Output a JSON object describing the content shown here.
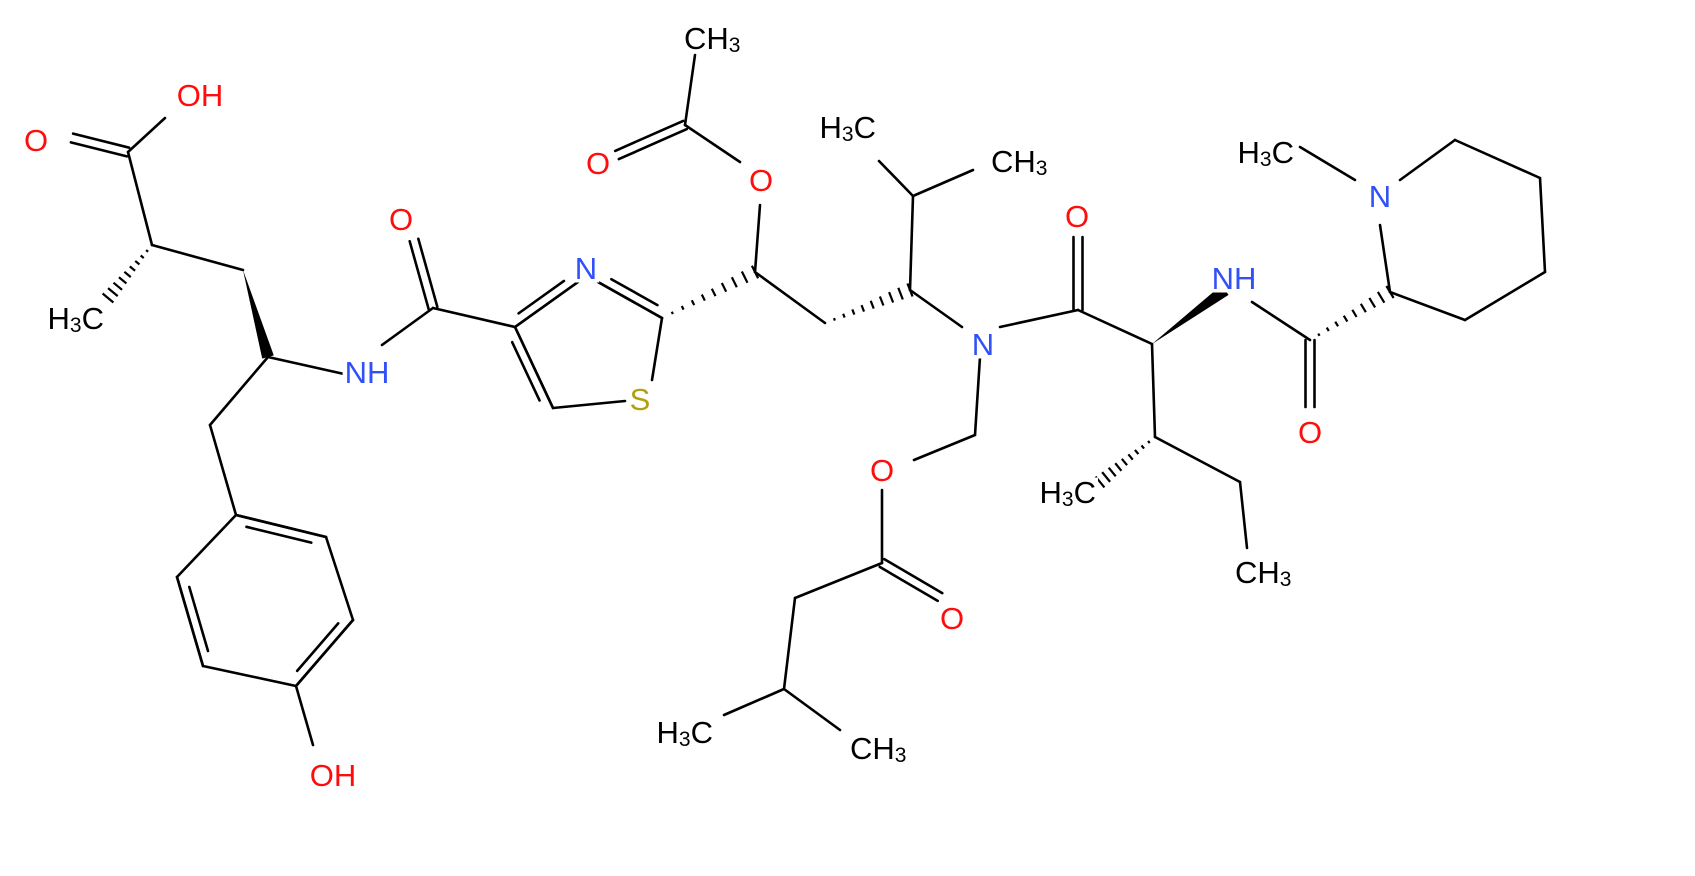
{
  "colors": {
    "bond": "#000000",
    "carbon": "#000000",
    "oxygen": "#ff0d0d",
    "nitrogen": "#3050f8",
    "sulfur": "#b3a00f"
  },
  "atom_labels": [
    {
      "id": "oh_acid",
      "el": "O",
      "parts": [
        [
          "O",
          ""
        ],
        [
          "H",
          ""
        ]
      ]
    },
    {
      "id": "o_acid_dbl",
      "el": "O",
      "parts": [
        [
          "O",
          ""
        ]
      ]
    },
    {
      "id": "ch3_acid",
      "el": "C",
      "parts": [
        [
          "H",
          ""
        ],
        [
          "3",
          "sub"
        ],
        [
          "C",
          ""
        ]
      ]
    },
    {
      "id": "nh_amide1",
      "el": "N",
      "parts": [
        [
          "N",
          ""
        ],
        [
          "H",
          ""
        ]
      ]
    },
    {
      "id": "o_amide1",
      "el": "O",
      "parts": [
        [
          "O",
          ""
        ]
      ]
    },
    {
      "id": "n_thiazole",
      "el": "N",
      "parts": [
        [
          "N",
          ""
        ]
      ]
    },
    {
      "id": "s_thiazole",
      "el": "S",
      "parts": [
        [
          "S",
          ""
        ]
      ]
    },
    {
      "id": "o_phenol",
      "el": "O",
      "parts": [
        [
          "O",
          ""
        ],
        [
          "H",
          ""
        ]
      ]
    },
    {
      "id": "o_acetyl_ester",
      "el": "O",
      "parts": [
        [
          "O",
          ""
        ]
      ]
    },
    {
      "id": "o_acetyl_dbl",
      "el": "O",
      "parts": [
        [
          "O",
          ""
        ]
      ]
    },
    {
      "id": "ch3_acetyl",
      "el": "C",
      "parts": [
        [
          "C",
          ""
        ],
        [
          "H",
          ""
        ],
        [
          "3",
          "sub"
        ]
      ]
    },
    {
      "id": "ch3_ipr_a",
      "el": "C",
      "parts": [
        [
          "H",
          ""
        ],
        [
          "3",
          "sub"
        ],
        [
          "C",
          ""
        ]
      ]
    },
    {
      "id": "ch3_ipr_b",
      "el": "C",
      "parts": [
        [
          "C",
          ""
        ],
        [
          "H",
          ""
        ],
        [
          "3",
          "sub"
        ]
      ]
    },
    {
      "id": "n_tert",
      "el": "N",
      "parts": [
        [
          "N",
          ""
        ]
      ]
    },
    {
      "id": "o_ester2",
      "el": "O",
      "parts": [
        [
          "O",
          ""
        ]
      ]
    },
    {
      "id": "o_ester2_dbl",
      "el": "O",
      "parts": [
        [
          "O",
          ""
        ]
      ]
    },
    {
      "id": "ch3_iso_a",
      "el": "C",
      "parts": [
        [
          "H",
          ""
        ],
        [
          "3",
          "sub"
        ],
        [
          "C",
          ""
        ]
      ]
    },
    {
      "id": "ch3_iso_b",
      "el": "C",
      "parts": [
        [
          "C",
          ""
        ],
        [
          "H",
          ""
        ],
        [
          "3",
          "sub"
        ]
      ]
    },
    {
      "id": "o_amide2",
      "el": "O",
      "parts": [
        [
          "O",
          ""
        ]
      ]
    },
    {
      "id": "nh_amide3",
      "el": "N",
      "parts": [
        [
          "N",
          ""
        ],
        [
          "H",
          ""
        ]
      ]
    },
    {
      "id": "o_amide3",
      "el": "O",
      "parts": [
        [
          "O",
          ""
        ]
      ]
    },
    {
      "id": "ch3_ile_a",
      "el": "C",
      "parts": [
        [
          "H",
          ""
        ],
        [
          "3",
          "sub"
        ],
        [
          "C",
          ""
        ]
      ]
    },
    {
      "id": "ch3_ile_b",
      "el": "C",
      "parts": [
        [
          "C",
          ""
        ],
        [
          "H",
          ""
        ],
        [
          "3",
          "sub"
        ]
      ]
    },
    {
      "id": "ch3_nmethyl",
      "el": "C",
      "parts": [
        [
          "H",
          ""
        ],
        [
          "3",
          "sub"
        ],
        [
          "C",
          ""
        ]
      ]
    },
    {
      "id": "n_piperidine",
      "el": "N",
      "parts": [
        [
          "N",
          ""
        ]
      ]
    }
  ]
}
